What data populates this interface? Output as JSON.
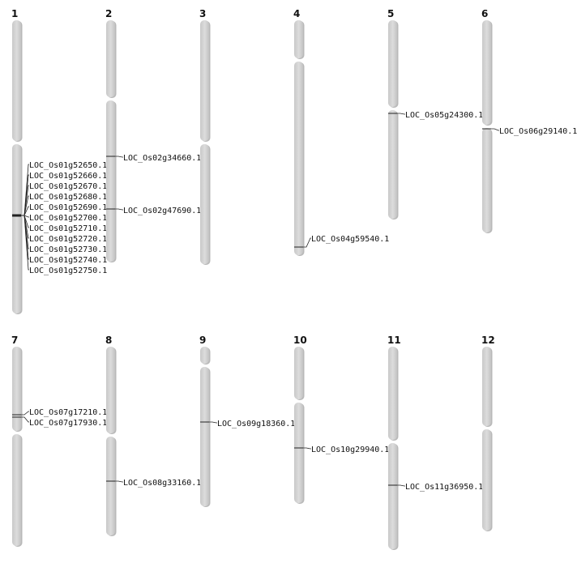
{
  "colors": {
    "chromosome_fill": "#d4d4d4",
    "chromosome_shadow": "#8a8a8a",
    "marker": "#222222"
  },
  "chromosomes": [
    {
      "label": "1",
      "genes": [
        "LOC_Os01g52650.1",
        "LOC_Os01g52660.1",
        "LOC_Os01g52670.1",
        "LOC_Os01g52680.1",
        "LOC_Os01g52690.1",
        "LOC_Os01g52700.1",
        "LOC_Os01g52710.1",
        "LOC_Os01g52720.1",
        "LOC_Os01g52730.1",
        "LOC_Os01g52740.1",
        "LOC_Os01g52750.1"
      ]
    },
    {
      "label": "2",
      "genes": [
        "LOC_Os02g34660.1",
        "LOC_Os02g47690.1"
      ]
    },
    {
      "label": "3",
      "genes": []
    },
    {
      "label": "4",
      "genes": [
        "LOC_Os04g59540.1"
      ]
    },
    {
      "label": "5",
      "genes": [
        "LOC_Os05g24300.1"
      ]
    },
    {
      "label": "6",
      "genes": [
        "LOC_Os06g29140.1"
      ]
    },
    {
      "label": "7",
      "genes": [
        "LOC_Os07g17210.1",
        "LOC_Os07g17930.1"
      ]
    },
    {
      "label": "8",
      "genes": [
        "LOC_Os08g33160.1"
      ]
    },
    {
      "label": "9",
      "genes": [
        "LOC_Os09g18360.1"
      ]
    },
    {
      "label": "10",
      "genes": [
        "LOC_Os10g29940.1"
      ]
    },
    {
      "label": "11",
      "genes": [
        "LOC_Os11g36950.1"
      ]
    },
    {
      "label": "12",
      "genes": []
    }
  ]
}
